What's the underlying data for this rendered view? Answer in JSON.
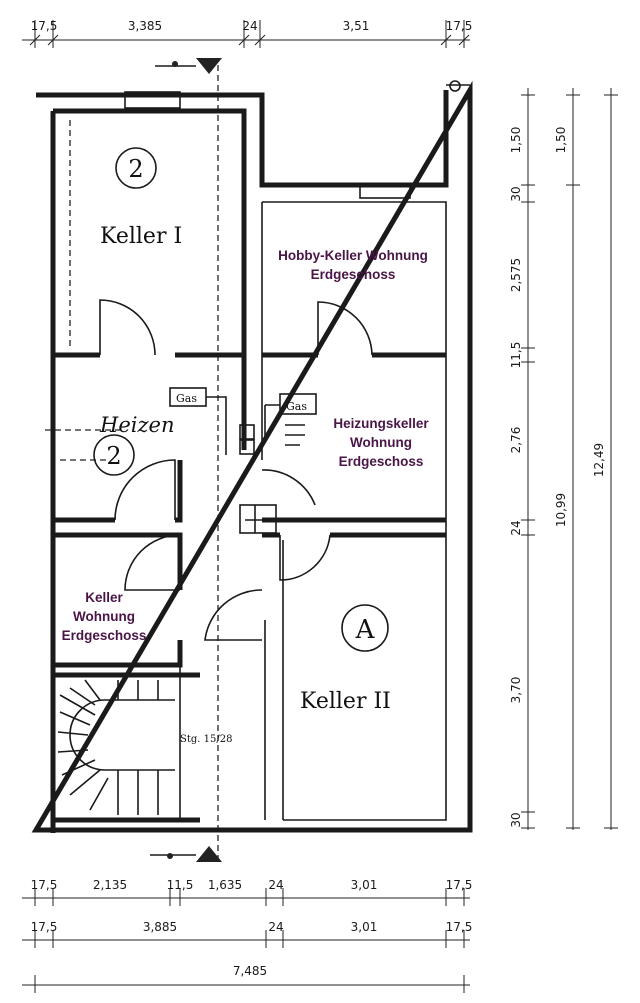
{
  "colors": {
    "label": "#4a1547",
    "ink": "#1a1a1a"
  },
  "rooms": {
    "keller_1": {
      "number": "2",
      "name": "Keller I"
    },
    "heizen": {
      "number": "2",
      "name": "Heizen"
    },
    "keller_2": {
      "letter": "A",
      "name": "Keller II"
    },
    "hobby_label": [
      "Hobby-Keller Wohnung",
      "Erdgeschoss"
    ],
    "heizungskeller_label": [
      "Heizungskeller",
      "Wohnung",
      "Erdgeschoss"
    ],
    "keller_wohnung_label": [
      "Keller",
      "Wohnung",
      "Erdgeschoss"
    ]
  },
  "fixtures": {
    "gas_1": "Gas",
    "gas_2": "Gas",
    "stair_note": "Stg. 15/28"
  },
  "dims_top": [
    "17,5",
    "3,385",
    "24",
    "3,51",
    "17,5"
  ],
  "dims_bottom_1": [
    "17,5",
    "2,135",
    "11,5",
    "1,635",
    "24",
    "3,01",
    "17,5"
  ],
  "dims_bottom_2": [
    "17,5",
    "3,885",
    "24",
    "3,01",
    "17,5"
  ],
  "dims_bottom_total": "7,485",
  "dims_right_inner": [
    "1,50",
    "30",
    "2,575",
    "11,5",
    "2,76",
    "24",
    "3,70",
    "30"
  ],
  "dims_right_mid": [
    "1,50",
    "10,99"
  ],
  "dims_right_outer": "12,49"
}
